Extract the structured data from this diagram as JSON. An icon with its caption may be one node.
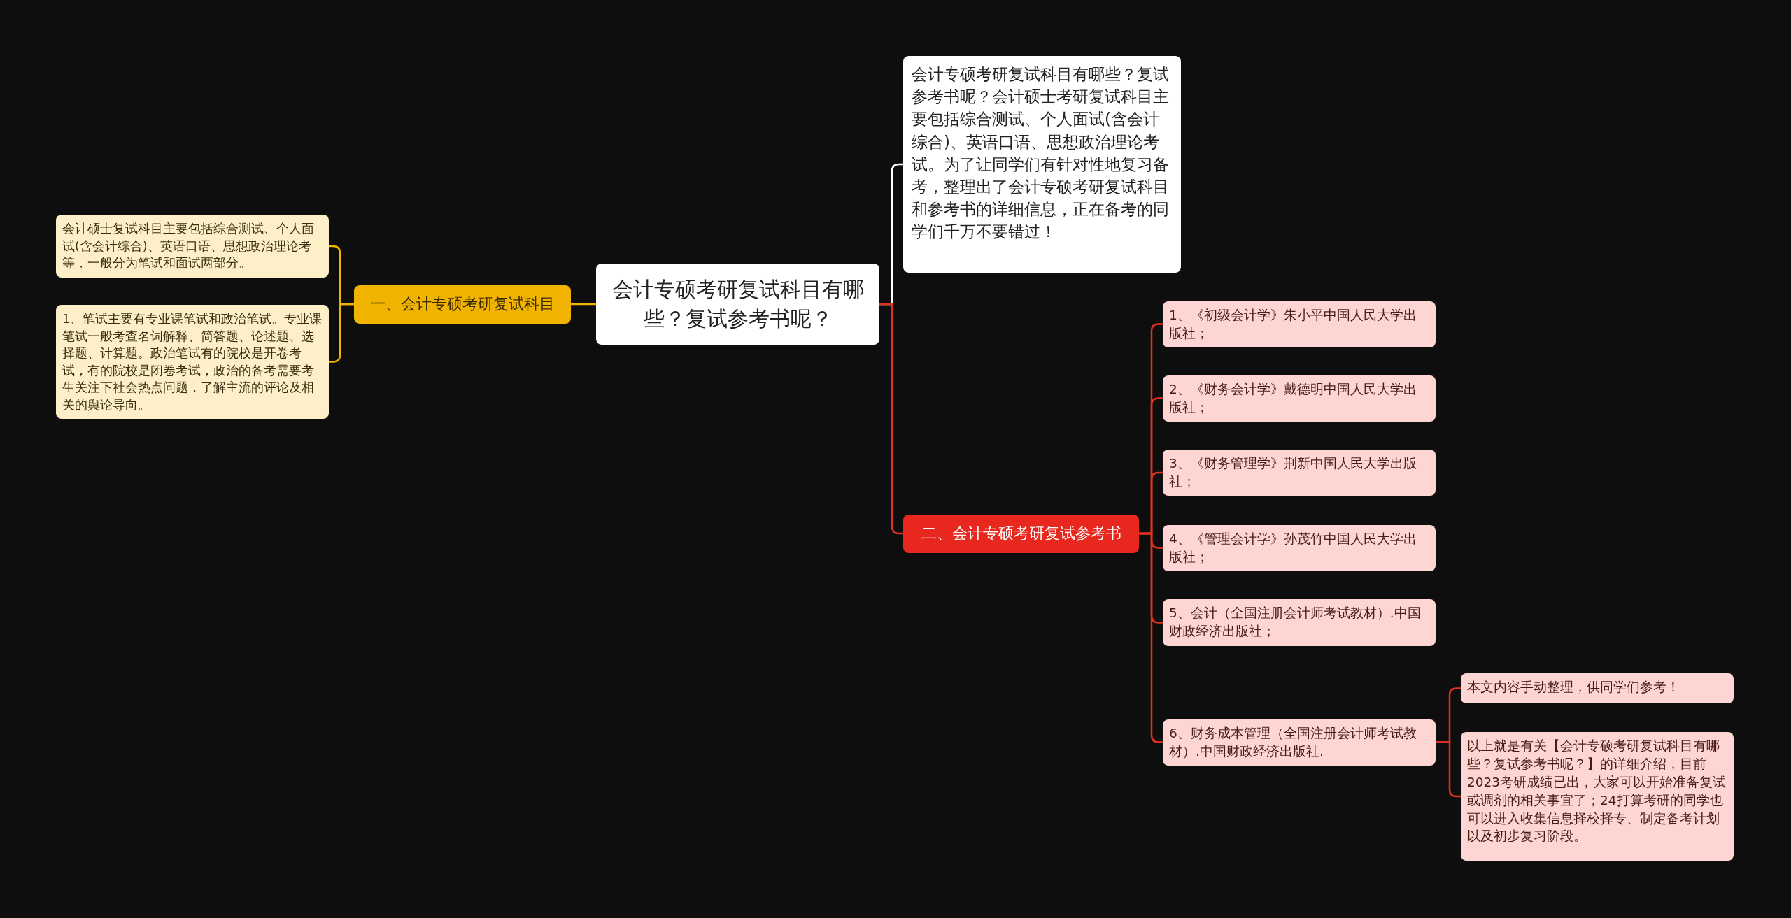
{
  "diagram": {
    "nodes": [
      {
        "text": [
          "会计专硕考研复试科目有哪些？复试参考书呢？"
        ]
      },
      {
        "text": [
          "一、会计专硕考研复试科目"
        ]
      },
      {
        "text": [
          "会计硕士复试科目主要包括综合测试、个人面试(含会计综合)、英语口语、思想政治理论考等，一般分为笔试和面试两部分。"
        ]
      },
      {
        "text": [
          "1、笔试主要有专业课笔试和政治笔试。专业课笔试一般考查名词解释、简答题、论述题、选择题、计算题。政治笔试有的院校是开卷考试，有的院校是闭卷考试，政治的备考需要考生关注下社会热点问题，了解主流的评论及相关的舆论导向。"
        ]
      },
      {
        "text": [
          "会计专硕考研复试科目有哪些？复试参考书呢？会计硕士考研复试科目主要包括综合测试、个人面试(含会计综合)、英语口语、思想政治理论考试。为了让同学们有针对性地复习备考，整理出了会计专硕考研复试科目和参考书的详细信息，正在备考的同学们千万不要错过！"
        ]
      },
      {
        "text": [
          "二、会计专硕考研复试参考书"
        ]
      },
      {
        "text": [
          "1、《初级会计学》朱小平中国人民大学出版社；"
        ]
      },
      {
        "text": [
          "2、《财务会计学》戴德明中国人民大学出版社；"
        ]
      },
      {
        "text": [
          "3、《财务管理学》荆新中国人民大学出版社；"
        ]
      },
      {
        "text": [
          "4、《管理会计学》孙茂竹中国人民大学出版社；"
        ]
      },
      {
        "text": [
          "5、会计（全国注册会计师考试教材）.中国财政经济出版社；"
        ]
      },
      {
        "text": [
          "6、财务成本管理（全国注册会计师考试教材）.中国财政经济出版社."
        ]
      },
      {
        "text": [
          "本文内容手动整理，供同学们参考！"
        ]
      },
      {
        "text": [
          "以上就是有关【会计专硕考研复试科目有哪些？复试参考书呢？】的详细介绍，目前2023考研成绩已出，大家可以开始准备复试或调剂的相关事宜了；24打算考研的同学也可以进入收集信息择校择专、制定备考计划以及初步复习阶段。"
        ]
      }
    ],
    "edges": [
      {
        "from": 0,
        "to": 1,
        "arrow": "none",
        "color": "#f0b400"
      },
      {
        "from": 1,
        "to": 2,
        "arrow": "none",
        "color": "#f0b400"
      },
      {
        "from": 1,
        "to": 3,
        "arrow": "none",
        "color": "#f0b400"
      },
      {
        "from": 0,
        "to": 4,
        "arrow": "none",
        "color": "#ffffff"
      },
      {
        "from": 0,
        "to": 5,
        "arrow": "none"
      },
      {
        "from": 5,
        "to": 6,
        "arrow": "none"
      },
      {
        "from": 5,
        "to": 7,
        "arrow": "none"
      },
      {
        "from": 5,
        "to": 8,
        "arrow": "none"
      },
      {
        "from": 5,
        "to": 9,
        "arrow": "none"
      },
      {
        "from": 5,
        "to": 10,
        "arrow": "none"
      },
      {
        "from": 5,
        "to": 11,
        "arrow": "none"
      },
      {
        "from": 11,
        "to": 12,
        "arrow": "none"
      },
      {
        "from": 11,
        "to": 13,
        "arrow": "none"
      }
    ]
  }
}
